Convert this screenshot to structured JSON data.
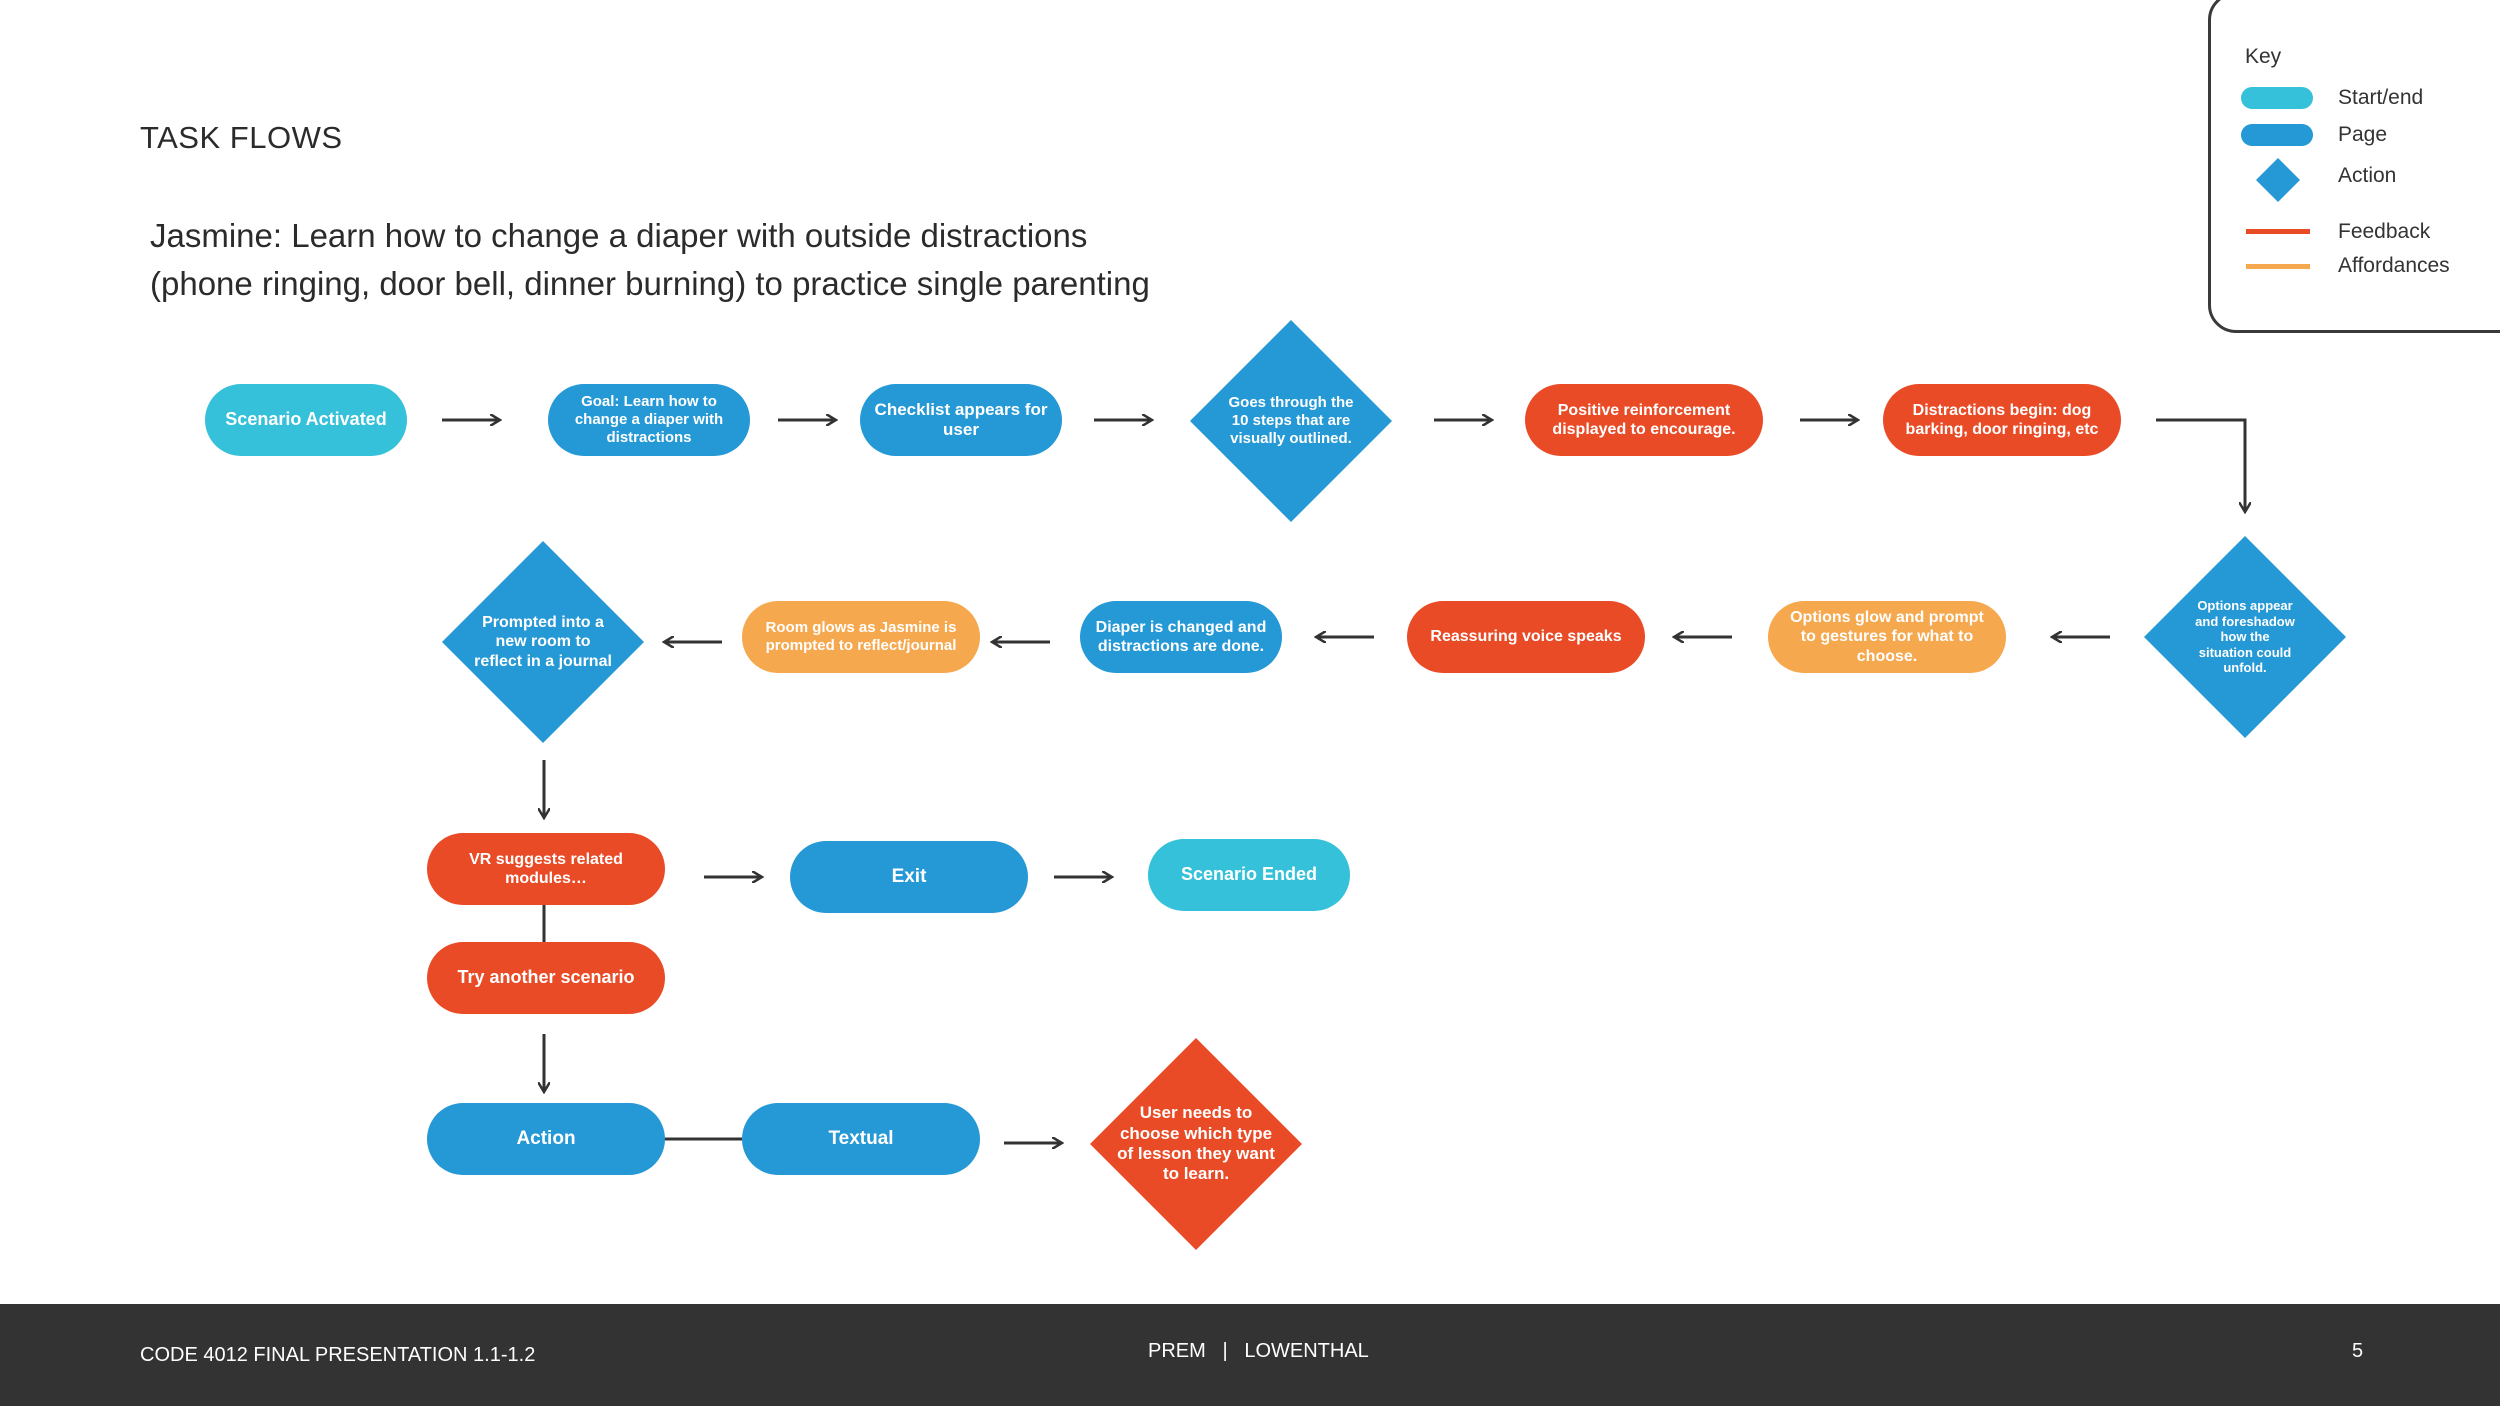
{
  "header": {
    "section_title": "TASK FLOWS",
    "subtitle_line1": "Jasmine: Learn how to change a diaper with outside distractions",
    "subtitle_line2": "(phone ringing, door bell, dinner burning) to practice single parenting"
  },
  "key": {
    "title": "Key",
    "items": [
      {
        "label": "Start/end",
        "color": "#34C1D9"
      },
      {
        "label": "Page",
        "color": "#2598D6"
      },
      {
        "label": "Action",
        "color": "#2598D6"
      },
      {
        "label": "Feedback",
        "color": "#EA4B27"
      },
      {
        "label": "Affordances",
        "color": "#F6A84E"
      }
    ]
  },
  "colors": {
    "start_end": "#34C1D9",
    "page": "#2598D6",
    "action": "#2598D6",
    "feedback": "#EA4B27",
    "affordance": "#F6A84E",
    "arrow": "#333333"
  },
  "nodes": {
    "scenario_activated": "Scenario Activated",
    "goal": "Goal: Learn how to change a diaper with distractions",
    "checklist": "Checklist appears for user",
    "goes_through": "Goes through the 10 steps that are visually outlined.",
    "positive_reinforcement": "Positive reinforcement displayed to encourage.",
    "distractions_begin": "Distractions begin: dog barking, door ringing, etc",
    "options_appear": "Options appear and foreshadow how the situation could unfold.",
    "options_glow": "Options glow and prompt to gestures for what to choose.",
    "reassuring_voice": "Reassuring voice speaks",
    "diaper_changed": "Diaper is changed and distractions are done.",
    "room_glows": "Room glows as Jasmine is prompted to reflect/journal",
    "prompted_room": "Prompted into a new room to reflect in a journal",
    "vr_suggests": "VR suggests related modules…",
    "exit": "Exit",
    "scenario_ended": "Scenario Ended",
    "try_another": "Try another scenario",
    "action": "Action",
    "textual": "Textual",
    "user_needs": "User needs to choose which type of lesson they want to learn."
  },
  "footer": {
    "left": "CODE 4012 FINAL PRESENTATION 1.1-1.2",
    "center": "PREM   |   LOWENTHAL",
    "page_number": "5"
  }
}
